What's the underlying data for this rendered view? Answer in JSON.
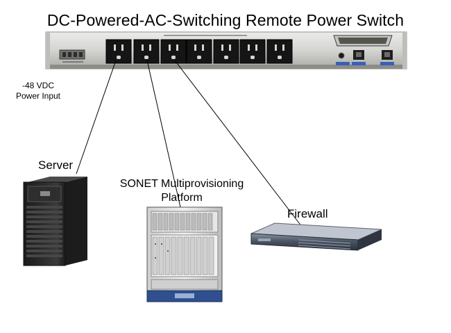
{
  "title": "DC-Powered-AC-Switching Remote Power Switch",
  "power_input": {
    "line1": "-48 VDC",
    "line2": "Power Input"
  },
  "devices": {
    "server": "Server",
    "sonet": {
      "line1": "SONET Multiprovisioning",
      "line2": "Platform"
    },
    "firewall": "Firewall"
  },
  "colors": {
    "panel": "#d6d6d3",
    "panel_dark": "#7e7e7c",
    "outlet": "#151515",
    "port_blue": "#3a5fb8",
    "connector": "#000000",
    "server_body": "#2a2a2a",
    "firewall_body": "#4a5260"
  },
  "icons": [
    "ac-outlet-icon",
    "rj45-port-icon",
    "serial-port-icon",
    "dc-terminal-icon",
    "server-icon",
    "sonet-rack-icon",
    "firewall-appliance-icon"
  ]
}
